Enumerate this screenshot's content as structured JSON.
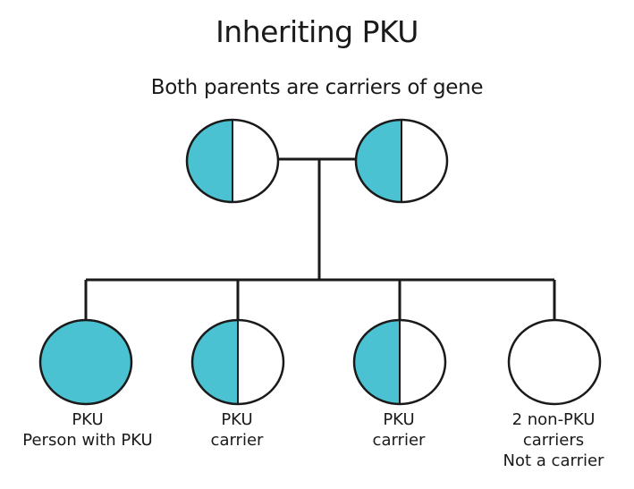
{
  "title": "Inheriting PKU",
  "subtitle": "Both parents are carriers of gene",
  "colors": {
    "affected_fill": "#4bc2d2",
    "line": "#1a1a1a",
    "background": "#ffffff"
  },
  "parents": [
    {
      "status": "carrier"
    },
    {
      "status": "carrier"
    }
  ],
  "children": [
    {
      "status": "affected",
      "label_lines": [
        "PKU",
        "Person with PKU"
      ]
    },
    {
      "status": "carrier",
      "label_lines": [
        "PKU",
        "carrier"
      ]
    },
    {
      "status": "carrier",
      "label_lines": [
        "PKU",
        "carrier"
      ]
    },
    {
      "status": "unaffected",
      "label_lines": [
        "2 non-PKU",
        "carriers",
        "Not a carrier"
      ]
    }
  ]
}
